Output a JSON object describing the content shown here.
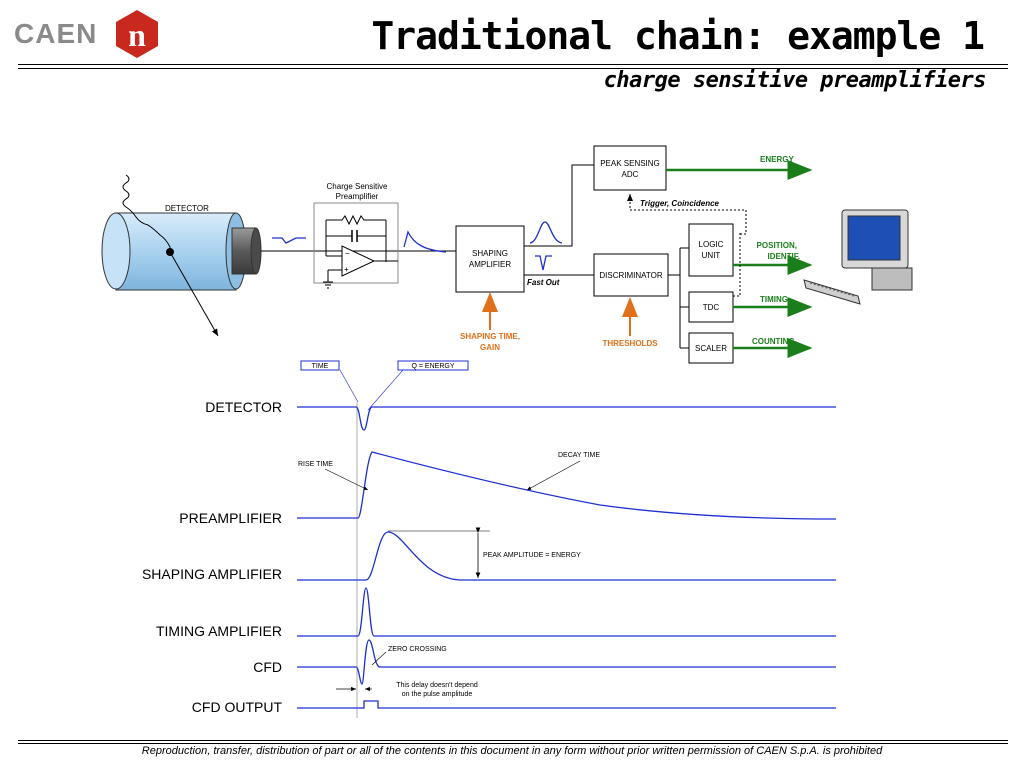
{
  "header": {
    "logo_text": "CAEN",
    "logo_mark": "n",
    "title": "Traditional chain: example 1",
    "subtitle": "charge sensitive preamplifiers"
  },
  "block_diagram": {
    "detector_label": "DETECTOR",
    "csp_title_line1": "Charge Sensitive",
    "csp_title_line2": "Preamplifier",
    "shaping_line1": "SHAPING",
    "shaping_line2": "AMPLIFIER",
    "fast_out": "Fast Out",
    "shaping_param_line1": "SHAPING TIME,",
    "shaping_param_line2": "GAIN",
    "peak_adc_line1": "PEAK SENSING",
    "peak_adc_line2": "ADC",
    "trigger": "Trigger, Coincidence",
    "discriminator": "DISCRIMINATOR",
    "thresholds": "THRESHOLDS",
    "logic_line1": "LOGIC",
    "logic_line2": "UNIT",
    "tdc": "TDC",
    "scaler": "SCALER",
    "out_energy": "ENERGY",
    "out_position_line1": "POSITION,",
    "out_position_line2": "IDENTIF.",
    "out_timing": "TIMING",
    "out_counting": "COUNTING",
    "computer_icon": "computer-icon"
  },
  "timing_diagram": {
    "label_time": "TIME",
    "label_charge": "Q = ENERGY",
    "rows": [
      "DETECTOR",
      "PREAMPLIFIER",
      "SHAPING AMPLIFIER",
      "TIMING AMPLIFIER",
      "CFD",
      "CFD OUTPUT"
    ],
    "rise_time": "RISE TIME",
    "decay_time": "DECAY TIME",
    "peak_amplitude": "PEAK AMPLITUDE = ENERGY",
    "zero_crossing": "ZERO CROSSING",
    "delay_line1": "This delay doesn't depend",
    "delay_line2": "on the pulse amplitude"
  },
  "footer": "Reproduction, transfer, distribution of part or all of the contents in this document in any form without prior written permission of  CAEN S.p.A. is prohibited",
  "colors": {
    "signal_blue": "#1f2fd0",
    "output_green": "#1a7f1a",
    "param_orange": "#e0701a",
    "logo_red": "#c8281e",
    "detector_blue": "#a9d2f0"
  }
}
